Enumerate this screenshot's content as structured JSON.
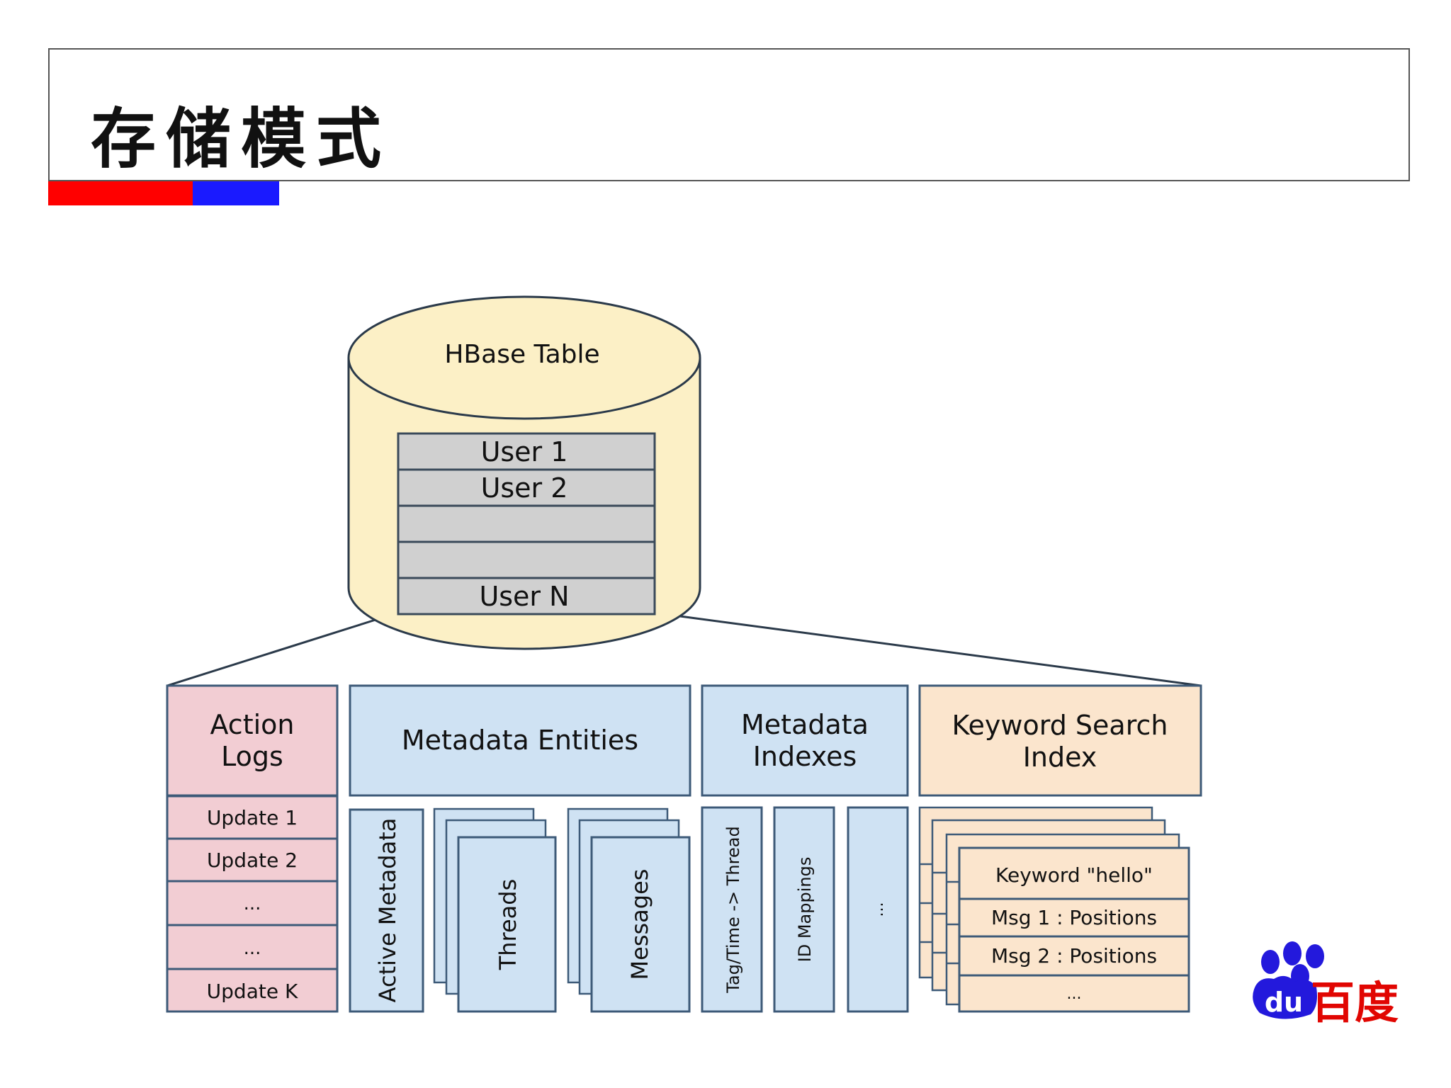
{
  "slide": {
    "title": "存储模式",
    "accent_colors": {
      "red": "#ff0000",
      "blue": "#1a1aff"
    }
  },
  "diagram": {
    "cylinder": {
      "label": "HBase Table",
      "rows": [
        "User 1",
        "User 2",
        "",
        "",
        "User N"
      ],
      "fill": "#fcf0c6"
    },
    "categories": {
      "action_logs": {
        "label_line1": "Action",
        "label_line2": "Logs",
        "color": "#f2cdd3"
      },
      "metadata_entities": {
        "label": "Metadata Entities",
        "color": "#cfe2f3"
      },
      "metadata_indexes": {
        "label_line1": "Metadata",
        "label_line2": "Indexes",
        "color": "#cfe2f3"
      },
      "keyword_search": {
        "label_line1": "Keyword Search",
        "label_line2": "Index",
        "color": "#fbe5cd"
      }
    },
    "action_log_rows": [
      "Update 1",
      "Update 2",
      "...",
      "...",
      "Update K"
    ],
    "metadata_entity_columns": [
      "Active Metadata",
      "Threads",
      "Messages"
    ],
    "metadata_index_columns": [
      "Tag/Time -> Thread",
      "ID Mappings",
      "..."
    ],
    "keyword_rows": [
      "Keyword \"hello\"",
      "Msg 1 : Positions",
      "Msg 2 : Positions",
      "..."
    ]
  },
  "logo": {
    "icon": "baidu-paw-icon",
    "text": "百度",
    "mark_text": "du",
    "color_red": "#e10602",
    "color_blue": "#2319dc"
  }
}
